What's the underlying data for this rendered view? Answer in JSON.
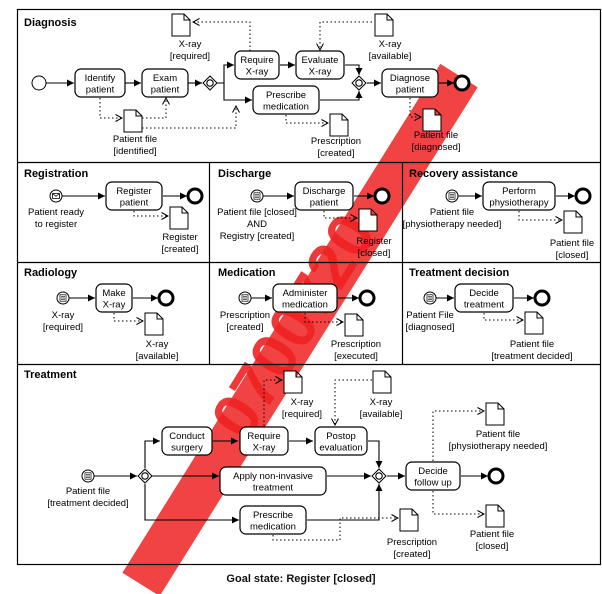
{
  "panels": {
    "diagnosis": "Diagnosis",
    "registration": "Registration",
    "discharge": "Discharge",
    "recovery": "Recovery assistance",
    "radiology": "Radiology",
    "medication": "Medication",
    "treatment_decision": "Treatment decision",
    "treatment": "Treatment"
  },
  "tasks": {
    "identify_patient": [
      "Identify",
      "patient"
    ],
    "exam_patient": [
      "Exam",
      "patient"
    ],
    "require_xray": [
      "Require",
      "X-ray"
    ],
    "evaluate_xray": [
      "Evaluate",
      "X-ray"
    ],
    "prescribe_medication": [
      "Prescribe",
      "medication"
    ],
    "diagnose_patient": [
      "Diagnose",
      "patient"
    ],
    "register_patient": [
      "Register",
      "patient"
    ],
    "discharge_patient": [
      "Discharge",
      "patient"
    ],
    "perform_physiotherapy": [
      "Perform",
      "physiotherapy"
    ],
    "make_xray": [
      "Make",
      "X-ray"
    ],
    "administer_medication": [
      "Administer",
      "medication"
    ],
    "decide_treatment": [
      "Decide",
      "treatment"
    ],
    "conduct_surgery": [
      "Conduct",
      "surgery"
    ],
    "t_require_xray": [
      "Require",
      "X-ray"
    ],
    "postop_evaluation": [
      "Postop",
      "evaluation"
    ],
    "apply_noninvasive": [
      "Apply non-invasive",
      "treatment"
    ],
    "decide_followup": [
      "Decide",
      "follow up"
    ],
    "t_prescribe_medication": [
      "Prescribe",
      "medication"
    ]
  },
  "docs": {
    "d_xray_required": [
      "X-ray",
      "[required]"
    ],
    "d_xray_available": [
      "X-ray",
      "[available]"
    ],
    "d_patient_file_identified": [
      "Patient file",
      "[identified]"
    ],
    "d_prescription_created": [
      "Prescription",
      "[created]"
    ],
    "d_patient_file_diagnosed": [
      "Patient file",
      "[diagnosed]"
    ],
    "r_register_created": [
      "Register",
      "[created]"
    ],
    "dc_register_closed": [
      "Register",
      "[closed]"
    ],
    "ra_patient_file_closed": [
      "Patient file",
      "[closed]"
    ],
    "rd_xray_available": [
      "X-ray",
      "[available]"
    ],
    "m_prescription_executed": [
      "Prescription",
      "[executed]"
    ],
    "td_patient_file_decided": [
      "Patient file",
      "[treatment decided]"
    ],
    "t_xray_required": [
      "X-ray",
      "[required]"
    ],
    "t_xray_available": [
      "X-ray",
      "[available]"
    ],
    "t_pf_physio_needed": [
      "Patient file",
      "[physiotherapy needed]"
    ],
    "t_prescription_created": [
      "Prescription",
      "[created]"
    ],
    "t_patient_file_closed": [
      "Patient file",
      "[closed]"
    ]
  },
  "start_labels": {
    "registration": [
      "Patient ready",
      "to register"
    ],
    "discharge": [
      "Patient file [closed]",
      "AND",
      "Registry [created]"
    ],
    "recovery": [
      "Patient file",
      "[physiotherapy needed]"
    ],
    "radiology": [
      "X-ray",
      "[required]"
    ],
    "medication": [
      "Prescription",
      "[created]"
    ],
    "treatment_decision": [
      "Patient File",
      "[diagnosed]"
    ],
    "treatment": [
      "Patient file",
      "[treatment decided]"
    ]
  },
  "goal": "Goal state: Register [closed]"
}
